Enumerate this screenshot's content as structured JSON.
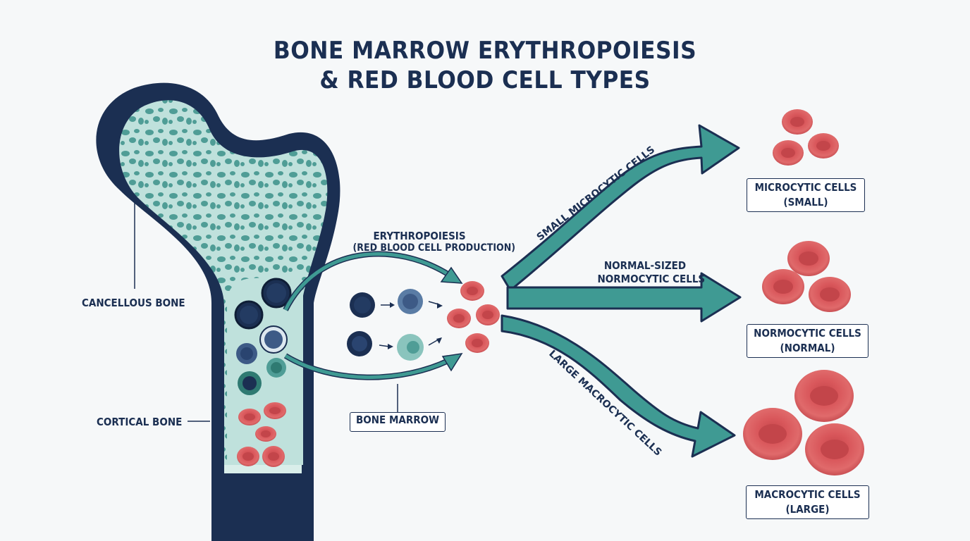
{
  "title": {
    "line1": "BONE MARROW ERYTHROPOIESIS",
    "line2": "& RED BLOOD CELL TYPES"
  },
  "bone_labels": {
    "cancellous": "CANCELLOUS BONE",
    "cortical": "CORTICAL BONE",
    "bone_marrow": "BONE MARROW"
  },
  "erythropoiesis": {
    "line1": "ERYTHROPOIESIS",
    "line2": "(RED BLOOD CELL PRODUCTION)"
  },
  "arrows": {
    "small": "SMALL MICROCYTIC CELLS",
    "normal_line1": "NORMAL-SIZED",
    "normal_line2": "NORMOCYTIC CELLS",
    "large": "LARGE MACROCYTIC CELLS"
  },
  "outcomes": {
    "microcytic_line1": "MICROCYTIC CELLS",
    "microcytic_line2": "(SMALL)",
    "normocytic_line1": "NORMOCYTIC CELLS",
    "normocytic_line2": "(NORMAL)",
    "macrocytic_line1": "MACROCYTIC CELLS",
    "macrocytic_line2": "(LARGE)"
  },
  "colors": {
    "navy": "#1b2f52",
    "teal_arrow": "#3f9a93",
    "bone_light": "#bfe1dc",
    "red_cell": "#dc5a5c",
    "red_cell_center": "#c9474b"
  }
}
